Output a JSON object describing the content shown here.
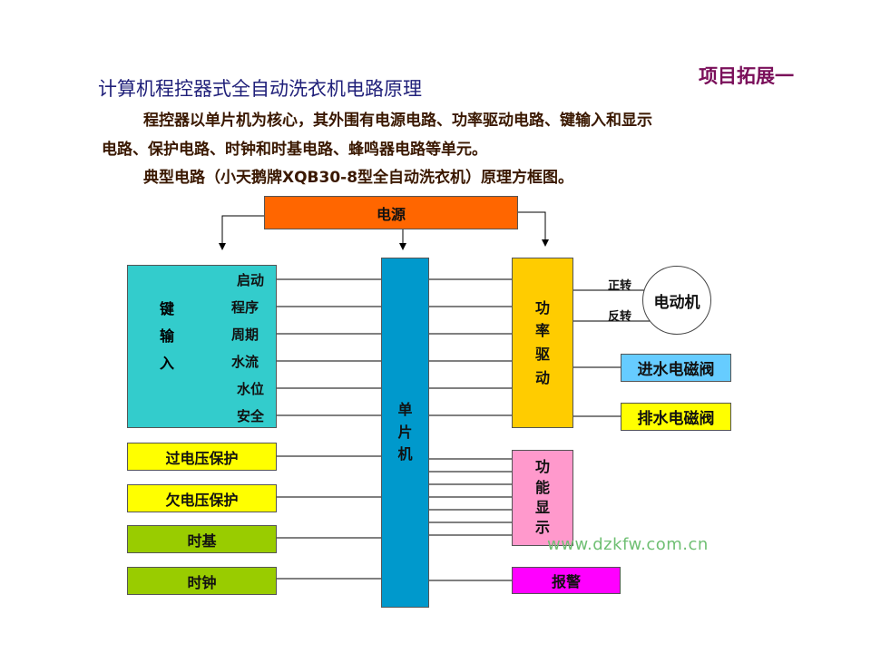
{
  "header": {
    "tag": "项目拓展一",
    "title": "计算机程控器式全自动洗衣机电路原理",
    "para1": "程控器以单片机为核心，其外围有电源电路、功率驱动电路、键输入和显示",
    "para2": "电路、保护电路、时钟和时基电路、蜂鸣器电路等单元。",
    "para3": "典型电路（小天鹅牌XQB30-8型全自动洗衣机）原理方框图。"
  },
  "diagram": {
    "power": "电源",
    "mcu": [
      "单",
      "片",
      "机"
    ],
    "key_input": [
      "键",
      "输",
      "入"
    ],
    "key_items": [
      "启动",
      "程序",
      "周期",
      "水流",
      "水位",
      "安全"
    ],
    "over_voltage": "过电压保护",
    "under_voltage": "欠电压保护",
    "timebase": "时基",
    "clock": "时钟",
    "power_drive": [
      "功",
      "率",
      "驱",
      "动"
    ],
    "display": [
      "功",
      "能",
      "显",
      "示"
    ],
    "alarm": "报警",
    "motor": "电动机",
    "forward": "正转",
    "reverse": "反转",
    "inlet_valve": "进水电磁阀",
    "drain_valve": "排水电磁阀"
  },
  "watermark": "www.dzkfw.com.cn",
  "colors": {
    "power": "#ff6600",
    "mcu": "#0099cc",
    "key_input": "#33cccc",
    "protection": "#ffff00",
    "time": "#99cc00",
    "power_drive": "#ffcc00",
    "display": "#ff99cc",
    "alarm": "#ff00ff",
    "valve_inlet": "#66ccff",
    "valve_drain": "#ffff00"
  }
}
